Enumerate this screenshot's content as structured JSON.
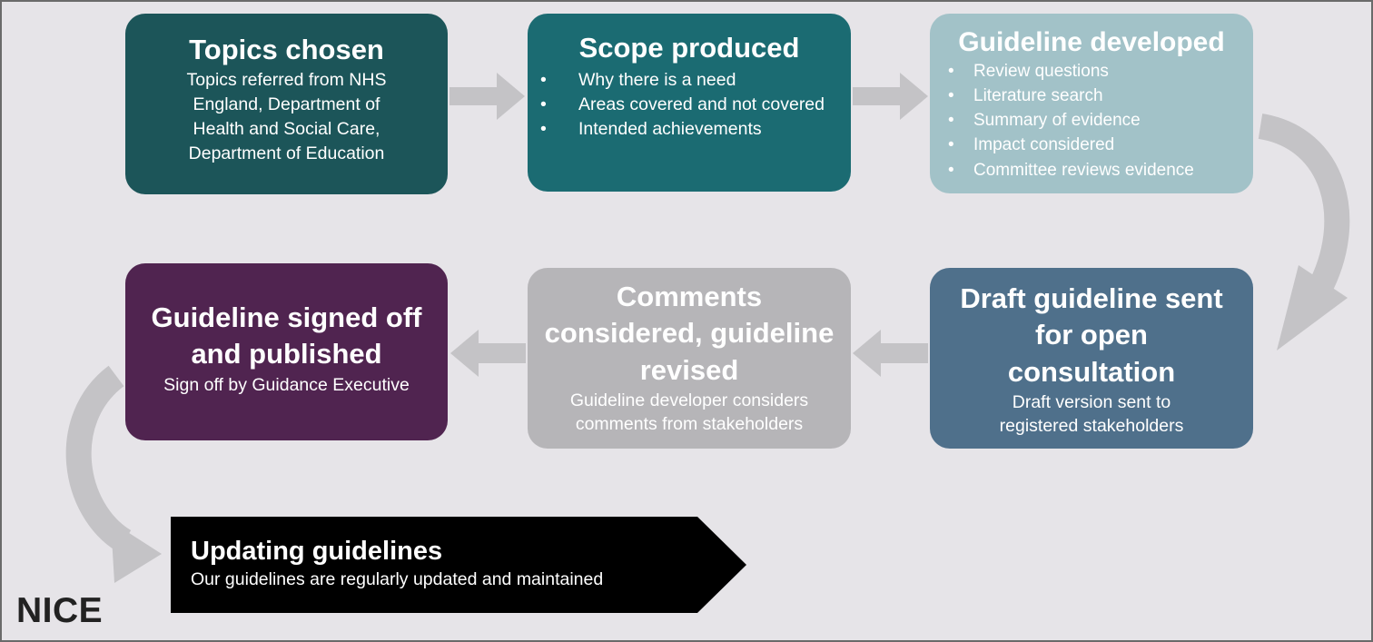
{
  "steps": [
    {
      "title": "Topics chosen",
      "body_lines": [
        "Topics referred from NHS",
        "England, Department of",
        "Health and Social Care,",
        "Department of Education"
      ]
    },
    {
      "title": "Scope produced",
      "bullet": "•",
      "bullets": [
        "Why there is a need",
        "Areas covered and not covered",
        "Intended achievements"
      ]
    },
    {
      "title": "Guideline developed",
      "bullet": "•",
      "bullets": [
        "Review questions",
        "Literature search",
        "Summary of evidence",
        "Impact considered",
        "Committee reviews evidence"
      ]
    },
    {
      "title_lines": [
        "Draft guideline sent",
        "for open",
        "consultation"
      ],
      "body_lines": [
        "Draft version sent to",
        "registered stakeholders"
      ]
    },
    {
      "title_lines": [
        "Comments",
        "considered, guideline",
        "revised"
      ],
      "body_lines": [
        "Guideline developer considers",
        "comments from stakeholders"
      ]
    },
    {
      "title_lines": [
        "Guideline signed off",
        "and published"
      ],
      "body_lines": [
        "Sign off by Guidance Executive"
      ]
    }
  ],
  "update": {
    "title": "Updating guidelines",
    "body": "Our guidelines are regularly updated and maintained"
  },
  "logo": "NICE",
  "colors": {
    "background": "#e6e4e8",
    "topics": "#1c5559",
    "scope": "#1b6b72",
    "developed": "#a2c2c8",
    "draft": "#4f708b",
    "comments": "#b6b5b8",
    "signed": "#502450",
    "update": "#000000",
    "arrow": "#c4c3c6"
  }
}
